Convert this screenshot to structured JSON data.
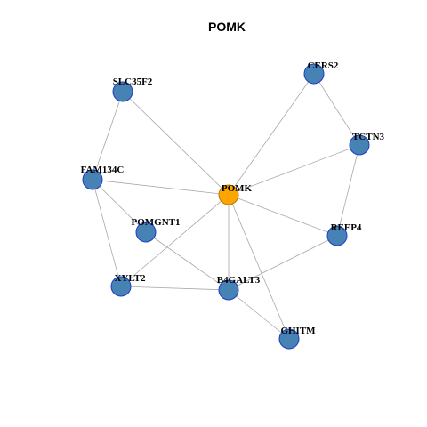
{
  "title": "POMK",
  "colors": {
    "center_fill": "#FFA500",
    "center_stroke": "#B87800",
    "node_fill": "#4682B4",
    "node_stroke": "#1E3CC8",
    "edge": "#A8A8A8"
  },
  "nodes": [
    {
      "id": "POMK",
      "label": "POMK",
      "center": true
    },
    {
      "id": "CERS2",
      "label": "CERS2"
    },
    {
      "id": "SLC35F2",
      "label": "SLC35F2"
    },
    {
      "id": "TCTN3",
      "label": "TCTN3"
    },
    {
      "id": "FAM134C",
      "label": "FAM134C"
    },
    {
      "id": "POMGNT1",
      "label": "POMGNT1"
    },
    {
      "id": "REEP4",
      "label": "REEP4"
    },
    {
      "id": "XYLT2",
      "label": "XYLT2"
    },
    {
      "id": "B4GALT3",
      "label": "B4GALT3"
    },
    {
      "id": "GHITM",
      "label": "GHITM"
    }
  ],
  "edges": [
    [
      "POMK",
      "CERS2"
    ],
    [
      "POMK",
      "SLC35F2"
    ],
    [
      "POMK",
      "TCTN3"
    ],
    [
      "POMK",
      "FAM134C"
    ],
    [
      "POMK",
      "REEP4"
    ],
    [
      "POMK",
      "XYLT2"
    ],
    [
      "POMK",
      "B4GALT3"
    ],
    [
      "POMK",
      "GHITM"
    ],
    [
      "CERS2",
      "TCTN3"
    ],
    [
      "TCTN3",
      "REEP4"
    ],
    [
      "SLC35F2",
      "FAM134C"
    ],
    [
      "FAM134C",
      "POMGNT1"
    ],
    [
      "FAM134C",
      "XYLT2"
    ],
    [
      "POMGNT1",
      "B4GALT3"
    ],
    [
      "XYLT2",
      "B4GALT3"
    ],
    [
      "B4GALT3",
      "REEP4"
    ],
    [
      "B4GALT3",
      "GHITM"
    ]
  ]
}
